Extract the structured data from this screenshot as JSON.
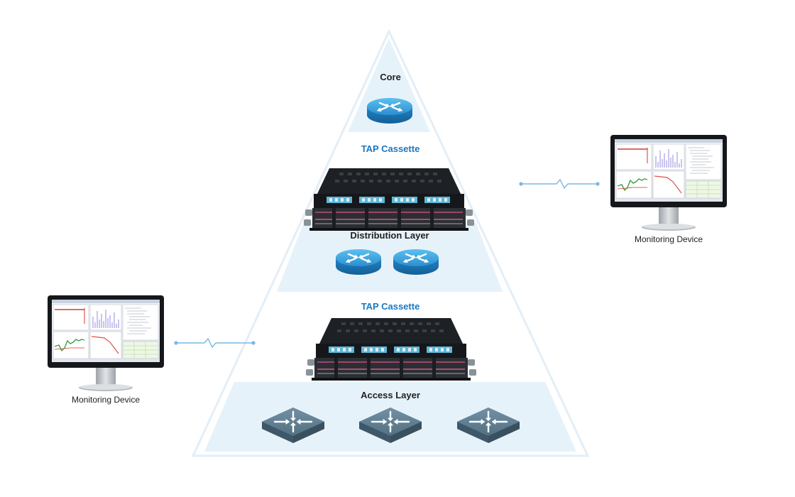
{
  "layers": {
    "core": {
      "label": "Core"
    },
    "distribution": {
      "label": "Distribution Layer"
    },
    "access": {
      "label": "Access Layer"
    }
  },
  "tap_upper": {
    "label": "TAP Cassette"
  },
  "tap_lower": {
    "label": "TAP Cassette"
  },
  "monitor_right": {
    "label": "Monitoring Device"
  },
  "monitor_left": {
    "label": "Monitoring Device"
  },
  "colors": {
    "band": "#e6f2fa",
    "outline": "#dbeaf5",
    "accent": "#1a78c2",
    "router": "#2a9ad6",
    "switch": "#4f6b7f",
    "link": "#7ab8e4",
    "text": "#222222"
  }
}
